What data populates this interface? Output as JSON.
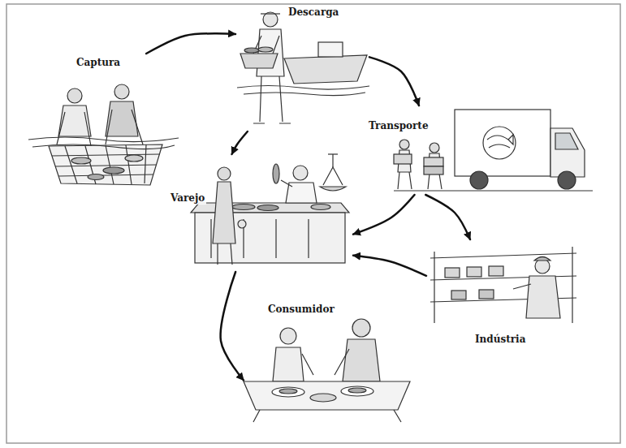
{
  "diagram": {
    "nodes": [
      {
        "text": [
          "Captura"
        ]
      },
      {
        "text": [
          "Descarga"
        ]
      },
      {
        "text": [
          "Transporte"
        ]
      },
      {
        "text": [
          "Varejo"
        ]
      },
      {
        "text": [
          "Indústria"
        ]
      },
      {
        "text": [
          "Consumidor"
        ]
      }
    ],
    "edges": [
      {
        "from": 0,
        "to": 1,
        "arrow": "to"
      },
      {
        "from": 1,
        "to": 2,
        "arrow": "to"
      },
      {
        "from": 1,
        "to": 3,
        "arrow": "to"
      },
      {
        "from": 2,
        "to": 3,
        "arrow": "to"
      },
      {
        "from": 2,
        "to": 4,
        "arrow": "to"
      },
      {
        "from": 4,
        "to": 3,
        "arrow": "to"
      },
      {
        "from": 3,
        "to": 5,
        "arrow": "to"
      }
    ]
  }
}
